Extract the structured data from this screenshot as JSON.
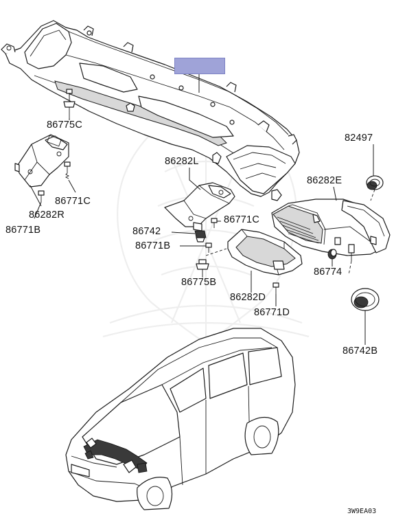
{
  "labels": {
    "p86775C": "86775C",
    "p86282L": "86282L",
    "p82497": "82497",
    "p86282E": "86282E",
    "p86771C_left": "86771C",
    "p86282R": "86282R",
    "p86771B_left": "86771B",
    "p86742": "86742",
    "p86771C_mid": "86771C",
    "p86771B_mid": "86771B",
    "p86774": "86774",
    "p86775B": "86775B",
    "p86282D": "86282D",
    "p86771D": "86771D",
    "p86742B": "86742B"
  },
  "diagram_code": "3W9EA03",
  "highlight_color": "#9fa3d8"
}
